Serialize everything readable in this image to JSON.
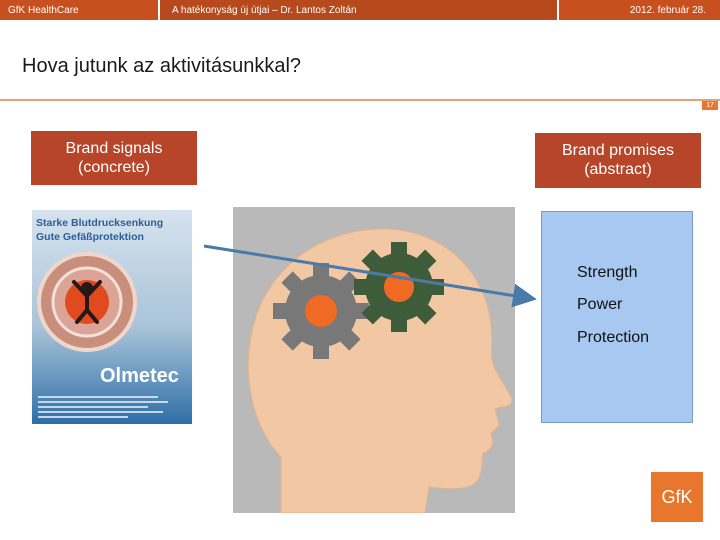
{
  "header": {
    "company": "GfK HealthCare",
    "subtitle": "A hatékonyság új útjai – Dr. Lantos Zoltán",
    "date": "2012. február 28."
  },
  "slide": {
    "title": "Hova jutunk az aktivitásunkkal?",
    "page_number": "17"
  },
  "left_box": {
    "line1": "Brand signals",
    "line2": "(concrete)"
  },
  "right_box": {
    "line1": "Brand promises",
    "line2": "(abstract)"
  },
  "promises": [
    "Strength",
    "Power",
    "Protection"
  ],
  "ad": {
    "headline1": "Starke Blutdrucksenkung",
    "headline2": "Gute Gefäßprotektion",
    "brand": "Olmetec"
  },
  "logo": {
    "text": "GfK"
  },
  "colors": {
    "accent": "#c8501e",
    "label_box": "#b6452a",
    "promise_bg": "#a7c8f0",
    "arrow": "#4a7aa8",
    "logo": "#e8762c"
  }
}
